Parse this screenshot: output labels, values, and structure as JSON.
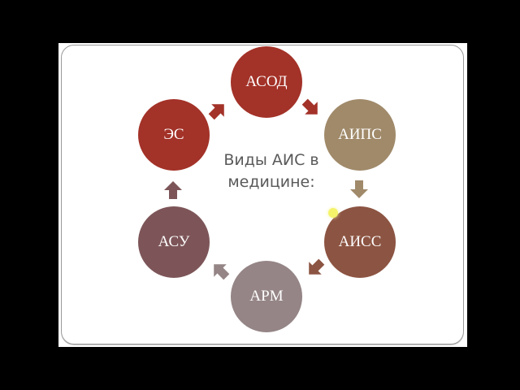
{
  "slide": {
    "center_title_line1": "Виды АИС в",
    "center_title_line2": "медицине:",
    "nodes": [
      {
        "label": "АСОД",
        "color": "#a33228"
      },
      {
        "label": "АИПС",
        "color": "#a08a6a"
      },
      {
        "label": "АИСС",
        "color": "#8c5442"
      },
      {
        "label": "АРМ",
        "color": "#958586"
      },
      {
        "label": "АСУ",
        "color": "#7d5558"
      },
      {
        "label": "ЭС",
        "color": "#a33228"
      }
    ],
    "arrows": [
      {
        "from": "ЭС",
        "to": "АСОД",
        "color": "#a33228"
      },
      {
        "from": "АСОД",
        "to": "АИПС",
        "color": "#a33228"
      },
      {
        "from": "АИПС",
        "to": "АИСС",
        "color": "#a08a6a"
      },
      {
        "from": "АИСС",
        "to": "АРМ",
        "color": "#8c5442"
      },
      {
        "from": "АРМ",
        "to": "АСУ",
        "color": "#958586"
      },
      {
        "from": "АСУ",
        "to": "ЭС",
        "color": "#7d5558"
      }
    ]
  }
}
